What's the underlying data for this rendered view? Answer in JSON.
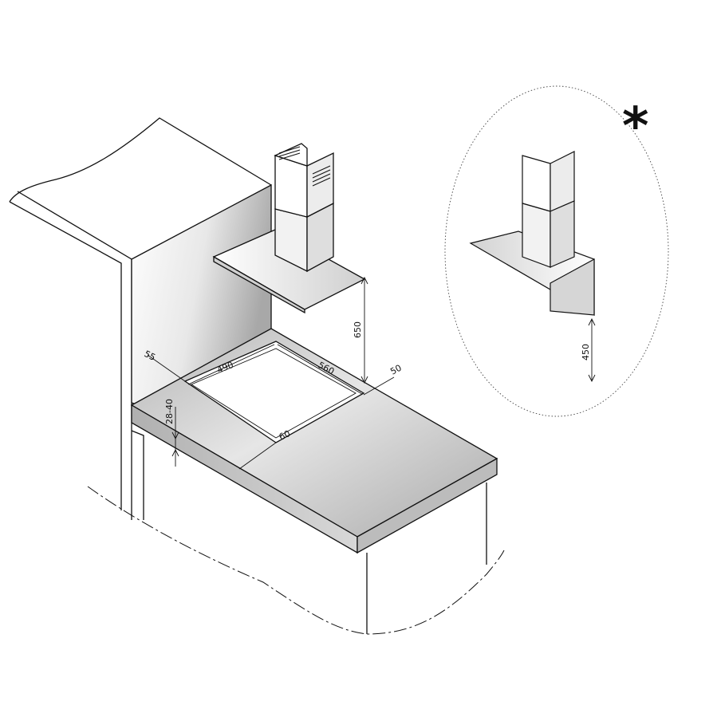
{
  "diagram": {
    "note_marker": "*",
    "dimensions": {
      "hood_height_above_hob": "650",
      "alt_hood_height": "450",
      "cutout_depth": "490",
      "cutout_width": "560",
      "side_clearance": "50",
      "back_clearance": "55",
      "front_clearance": "60",
      "worktop_thickness": "28-40"
    }
  }
}
